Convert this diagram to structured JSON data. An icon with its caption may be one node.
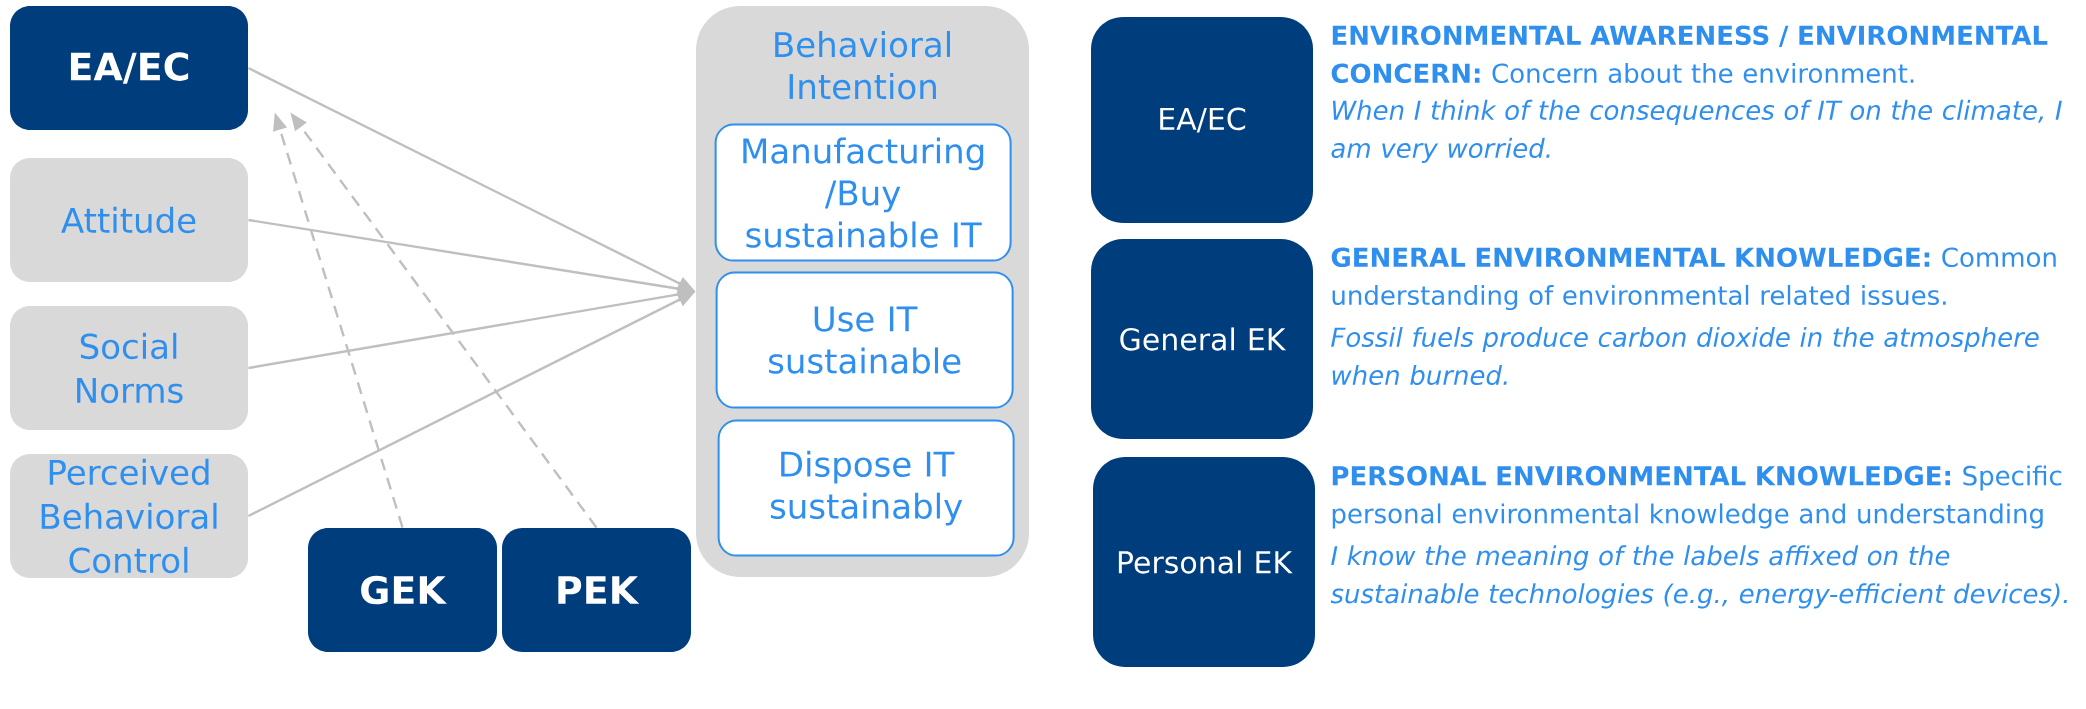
{
  "diagram": {
    "nodes": [
      {
        "text": [
          "EA/EC"
        ]
      },
      {
        "text": [
          "Attitude"
        ]
      },
      {
        "text": [
          "Social Norms"
        ]
      },
      {
        "text": [
          "Perceived Behavioral Control"
        ]
      },
      {
        "text": [
          "GEK"
        ]
      },
      {
        "text": [
          "PEK"
        ]
      },
      {
        "text": [
          "Behavioral Intention"
        ]
      },
      {
        "text": [
          "Manufacturing /Buy sustainable IT"
        ],
        "in": 6
      },
      {
        "text": [
          "Use IT sustainable"
        ],
        "in": 6
      },
      {
        "text": [
          "Dispose IT sustainably"
        ],
        "in": 6
      },
      {
        "text": [
          "EA/EC"
        ],
        "beside": [
          "**ENVIRONMENTAL AWARENESS / ENVIRONMENTAL CONCERN:** Concern about the environment.",
          "When I think of the consequences of IT on the climate, I am very worried."
        ]
      },
      {
        "text": [
          "General EK"
        ],
        "beside": [
          "**GENERAL ENVIRONMENTAL KNOWLEDGE:** Common understanding of environmental related issues.",
          "Fossil fuels produce carbon dioxide in the atmosphere when burned."
        ]
      },
      {
        "text": [
          "Personal EK"
        ],
        "beside": [
          "**PERSONAL ENVIRONMENTAL KNOWLEDGE:** Specific personal environmental knowledge and understanding",
          "I know the meaning of the labels affixed on the sustainable technologies (e.g., energy-efficient devices)."
        ]
      }
    ],
    "edges": [
      {
        "from": 0,
        "to": 6,
        "arrow": "to"
      },
      {
        "from": 1,
        "to": 6,
        "arrow": "to"
      },
      {
        "from": 2,
        "to": 6,
        "arrow": "to"
      },
      {
        "from": 3,
        "to": 6,
        "arrow": "to"
      },
      {
        "from": 4,
        "to": 0,
        "arrow": "to",
        "style": "dashed"
      },
      {
        "from": 5,
        "to": 0,
        "arrow": "to",
        "style": "dashed"
      }
    ]
  }
}
